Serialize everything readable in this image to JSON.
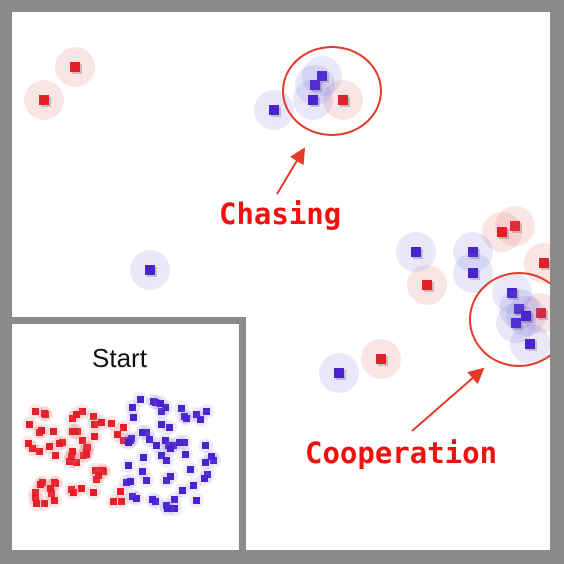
{
  "annotations": {
    "chasing": "Chasing",
    "cooperation": "Cooperation"
  },
  "inset": {
    "title": "Start"
  },
  "colors": {
    "red_team": "#e3202a",
    "blue_team": "#4b22d0",
    "callout": "#f01010",
    "border": "#8a8a8a"
  }
}
